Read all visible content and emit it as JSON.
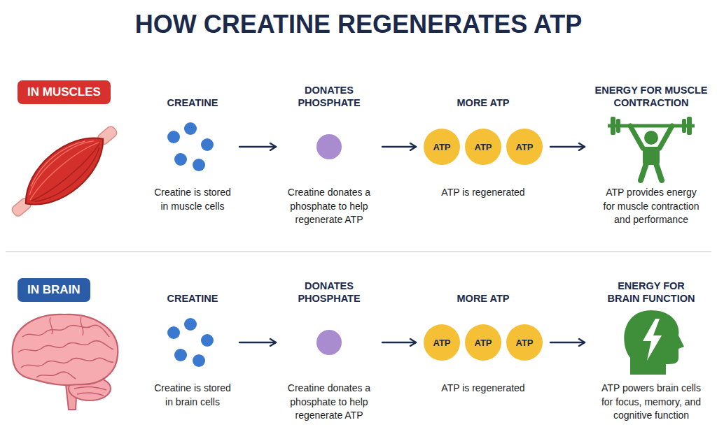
{
  "diagram": {
    "title": "HOW CREATINE REGENERATES ATP",
    "nodes": [
      {
        "text": [
          "IN MUSCLES"
        ]
      },
      {
        "text": [
          "CREATINE",
          "Creatine is stored in muscle cells"
        ]
      },
      {
        "text": [
          "DONATES PHOSPHATE",
          "Creatine donates a phosphate to help regenerate ATP"
        ]
      },
      {
        "text": [
          "MORE ATP",
          "ATP is regenerated"
        ]
      },
      {
        "text": [
          "ATP"
        ],
        "in": 3
      },
      {
        "text": [
          "ATP"
        ],
        "in": 3
      },
      {
        "text": [
          "ATP"
        ],
        "in": 3
      },
      {
        "text": [
          "ENERGY FOR MUSCLE CONTRACTION",
          "ATP provides energy for muscle contraction and performance"
        ]
      },
      {
        "text": [
          "IN BRAIN"
        ]
      },
      {
        "text": [
          "CREATINE",
          "Creatine is stored in brain cells"
        ]
      },
      {
        "text": [
          "DONATES PHOSPHATE",
          "Creatine donates a phosphate to help regenerate ATP"
        ]
      },
      {
        "text": [
          "MORE ATP",
          "ATP is regenerated"
        ]
      },
      {
        "text": [
          "ATP"
        ],
        "in": 11
      },
      {
        "text": [
          "ATP"
        ],
        "in": 11
      },
      {
        "text": [
          "ATP"
        ],
        "in": 11
      },
      {
        "text": [
          "ENERGY FOR BRAIN FUNCTION",
          "ATP powers brain cells for focus, memory, and cognitive function"
        ]
      }
    ],
    "edges": [
      {
        "from": 1,
        "to": 2,
        "arrow": "to"
      },
      {
        "from": 2,
        "to": 3,
        "arrow": "to"
      },
      {
        "from": 3,
        "to": 7,
        "arrow": "to"
      },
      {
        "from": 9,
        "to": 10,
        "arrow": "to"
      },
      {
        "from": 10,
        "to": 11,
        "arrow": "to"
      },
      {
        "from": 11,
        "to": 15,
        "arrow": "to"
      }
    ]
  }
}
